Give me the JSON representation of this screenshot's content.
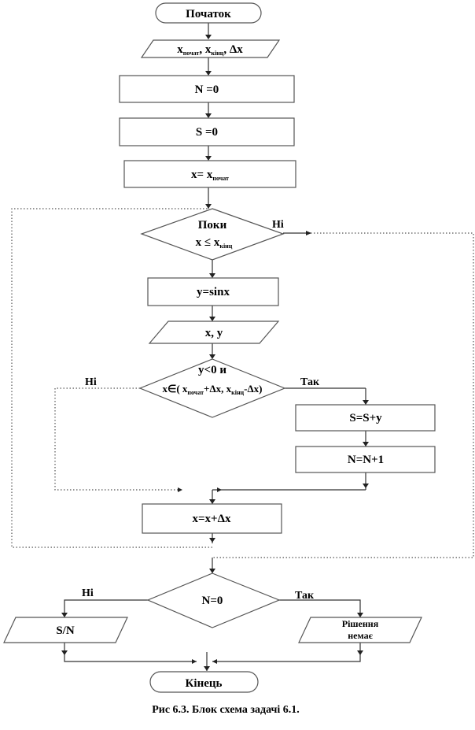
{
  "diagram": {
    "start": "Початок",
    "input": {
      "x": "x",
      "start_sub": "почат",
      "end_sub": "кінц",
      "delta": "Δx"
    },
    "init_n": "N =0",
    "init_s": "S =0",
    "init_x": {
      "text": "x= x",
      "sub": "почат"
    },
    "loop_cond": {
      "line1": "Поки",
      "line2": "x ≤ x",
      "sub": "кінц"
    },
    "calc_y": "y=sinx",
    "output_xy": "x, y",
    "cond2": {
      "line1": "y<0 и",
      "p1": "x∈( x",
      "s1": "почат",
      "p2": "+Δx,  x",
      "s2": "кінц",
      "p3": "-Δx)"
    },
    "sum": "S=S+y",
    "count": "N=N+1",
    "incr": "x=x+Δx",
    "cond3": "N=0",
    "out_sn": "S/N",
    "out_none": {
      "line1": "Рішення",
      "line2": "немає"
    },
    "end": "Кінець",
    "labels": {
      "no": "Ні",
      "yes": "Так"
    },
    "caption": "Рис 6.3. Блок схема задачі 6.1."
  }
}
